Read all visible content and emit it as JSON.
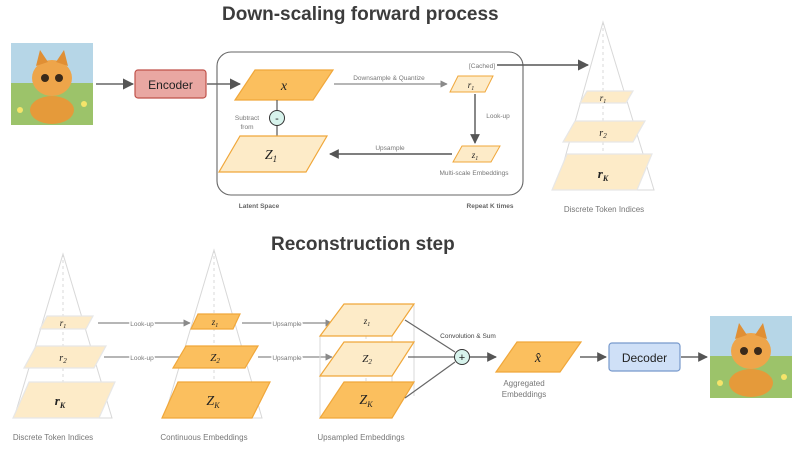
{
  "titles": {
    "forward": "Down-scaling forward process",
    "reconstruction": "Reconstruction step"
  },
  "forward": {
    "encoder_label": "Encoder",
    "x_label": "x",
    "z1_label": "Z",
    "z1_sub": "1",
    "minus_sign": "-",
    "subtract_line1": "Subtract",
    "subtract_line2": "from",
    "downsample_quantize": "Downsample & Quantize",
    "cached": "[Cached]",
    "r1_label": "r",
    "r1_sub": "1",
    "lookup": "Look-up",
    "small_z1_label": "z",
    "small_z1_sub": "1",
    "upsample": "Upsample",
    "multiscale_embeddings": "Multi-scale Embeddings",
    "latent_space": "Latent Space",
    "repeat_k": "Repeat K times",
    "pyramid_caption": "Discrete Token Indices",
    "pyramid_levels": [
      {
        "main": "r",
        "sub": "1"
      },
      {
        "main": "r",
        "sub": "2"
      },
      {
        "main": "r",
        "sub": "K"
      }
    ]
  },
  "reconstruction": {
    "pyramid1_caption": "Discrete Token Indices",
    "pyramid1_levels": [
      {
        "main": "r",
        "sub": "1"
      },
      {
        "main": "r",
        "sub": "2"
      },
      {
        "main": "r",
        "sub": "K"
      }
    ],
    "lookup1": "Look-up",
    "lookup2": "Look-up",
    "pyramid2_caption": "Continuous Embeddings",
    "pyramid2_levels": [
      {
        "main": "z",
        "sub": "1"
      },
      {
        "main": "Z",
        "sub": "2"
      },
      {
        "main": "Z",
        "sub": "K"
      }
    ],
    "upsample1": "Upsample",
    "upsample2": "Upsample",
    "stack_caption": "Upsampled Embeddings",
    "stack_levels": [
      {
        "main": "z",
        "sub": "1"
      },
      {
        "main": "Z",
        "sub": "2"
      },
      {
        "main": "Z",
        "sub": "K"
      }
    ],
    "convolution_sum": "Convolution & Sum",
    "plus_sign": "+",
    "xhat_label": "x̂",
    "aggregated_line1": "Aggregated",
    "aggregated_line2": "Embeddings",
    "decoder_label": "Decoder"
  },
  "colors": {
    "orange_fill": "#fbbf5e",
    "orange_stroke": "#f0a73a",
    "pale_fill": "#fdebc8",
    "encoder_fill": "#e9a7a2",
    "encoder_stroke": "#c0524a",
    "decoder_fill": "#cfe0f7",
    "decoder_stroke": "#7799cc",
    "mint_fill": "#d7f3ec"
  },
  "icons": [
    "cat-image-input",
    "cat-image-output"
  ]
}
